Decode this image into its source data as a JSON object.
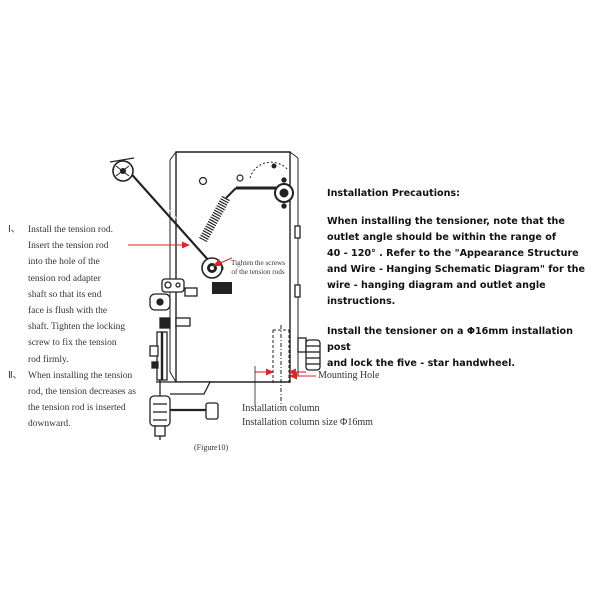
{
  "left_notes": {
    "step1_marker": "Ⅰ、",
    "step1_lines": [
      "Install the tension rod.",
      "Insert the tension rod",
      "into the hole of the",
      "tension rod adapter",
      "shaft so that its end",
      "face is flush with the",
      "shaft. Tighten the locking",
      "screw to fix the tension",
      "rod firmly."
    ],
    "step2_marker": "Ⅱ、",
    "step2_lines": [
      "When installing the tension",
      "rod, the tension decreases as",
      "the tension rod is inserted",
      "downward."
    ]
  },
  "callouts": {
    "tighten_line1": "Tighten the screws",
    "tighten_line2": "of the tension rods",
    "mounting_hole": "Mounting Hole",
    "installation_column": "Installation column",
    "column_size": "Installation column size Φ16mm",
    "figure_caption": "(Figure10)"
  },
  "precautions": {
    "heading": "Installation Precautions:",
    "para1_lines": [
      "When installing the tensioner, note that the",
      "outlet angle should be within the range of",
      "40 - 120° . Refer to the \"Appearance Structure",
      "and Wire - Hanging Schematic Diagram\" for the",
      "wire - hanging diagram and outlet angle instructions."
    ],
    "para2_lines": [
      "Install the tensioner on a Φ16mm installation post",
      "and lock the five - star handwheel."
    ]
  },
  "colors": {
    "arrow_red": "#d9252b",
    "line_dark": "#222222"
  }
}
